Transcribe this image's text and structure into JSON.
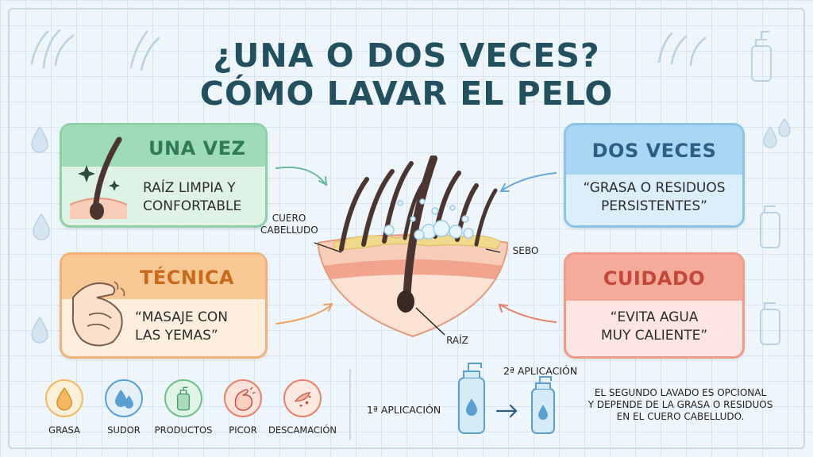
{
  "title": {
    "line1": "¿UNA O DOS VECES?",
    "line2": "CÓMO LAVAR EL PELO"
  },
  "cards": {
    "once": {
      "heading": "UNA VEZ",
      "body_line1": "RAÍZ LIMPIA Y",
      "body_line2": "CONFORTABLE"
    },
    "twice": {
      "heading": "DOS VECES",
      "body_line1": "“GRASA O RESIDUOS",
      "body_line2": "PERSISTENTES”"
    },
    "technique": {
      "heading": "TÉCNICA",
      "body_line1": "“MASAJE CON",
      "body_line2": "LAS YEMAS”"
    },
    "care": {
      "heading": "CUIDADO",
      "body_line1": "“EVITA AGUA",
      "body_line2": "MUY CALIENTE”"
    }
  },
  "diagram_labels": {
    "scalp_line1": "CUERO",
    "scalp_line2": "CABELLUDO",
    "sebum": "SEBO",
    "root": "RAÍZ"
  },
  "factors": [
    {
      "label": "GRASA",
      "icon": "oil-drop-icon",
      "color": "#f4b860",
      "fill": "#fdf0d8"
    },
    {
      "label": "SUDOR",
      "icon": "sweat-drops-icon",
      "color": "#5b9fd1",
      "fill": "#e4f1fb"
    },
    {
      "label": "PRODUCTOS",
      "icon": "product-bottle-icon",
      "color": "#6fbf8a",
      "fill": "#e2f4e8"
    },
    {
      "label": "PICOR",
      "icon": "itchy-hand-icon",
      "color": "#e8806a",
      "fill": "#fbe3dc"
    },
    {
      "label": "DESCAMACIÓN",
      "icon": "flakes-icon",
      "color": "#e8806a",
      "fill": "#fbe9e2"
    }
  ],
  "steps": {
    "first": "1ª APLICACIÓN",
    "second": "2ª APLICACIÓN"
  },
  "note": {
    "line1": "EL SEGUNDO LAVADO ES OPCIONAL",
    "line2": "Y DEPENDE DE LA GRASA O RESIDUOS",
    "line3": "EN EL CUERO CABELLUDO."
  },
  "colors": {
    "title": "#23505f",
    "once": "#2f7a57",
    "twice": "#2c5f86",
    "technique": "#c86a1a",
    "care": "#c4473a",
    "hair": "#4a3530",
    "skin": "#f7cdb8"
  }
}
